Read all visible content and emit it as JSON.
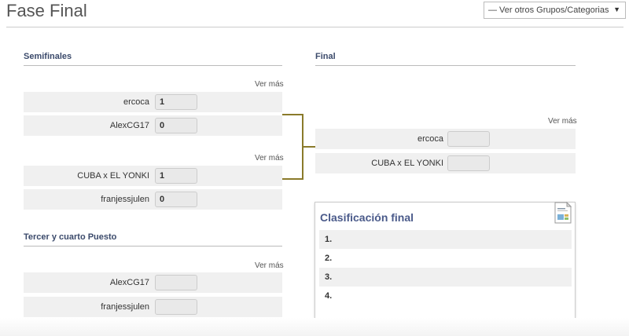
{
  "page_title": "Fase Final",
  "group_select": {
    "selected": "— Ver otros Grupos/Categorias"
  },
  "semifinales": {
    "heading": "Semifinales",
    "matches": [
      {
        "ver_mas": "Ver más",
        "rows": [
          {
            "player": "ercoca",
            "score": "1"
          },
          {
            "player": "AlexCG17",
            "score": "0"
          }
        ]
      },
      {
        "ver_mas": "Ver más",
        "rows": [
          {
            "player": "CUBA x EL YONKI",
            "score": "1"
          },
          {
            "player": "franjessjulen",
            "score": "0"
          }
        ]
      }
    ]
  },
  "tercer_cuarto": {
    "heading": "Tercer y cuarto Puesto",
    "ver_mas": "Ver más",
    "rows": [
      {
        "player": "AlexCG17",
        "score": ""
      },
      {
        "player": "franjessjulen",
        "score": ""
      }
    ]
  },
  "final": {
    "heading": "Final",
    "ver_mas": "Ver más",
    "rows": [
      {
        "player": "ercoca",
        "score": ""
      },
      {
        "player": "CUBA x EL YONKI",
        "score": ""
      }
    ]
  },
  "clasificacion": {
    "title": "Clasificación final",
    "icon": "document-icon",
    "ranks": [
      "1.",
      "2.",
      "3.",
      "4."
    ]
  },
  "colors": {
    "bracket": "#8a7a2a",
    "heading": "#3b4a6b",
    "row_bg": "#f0f0f0"
  }
}
